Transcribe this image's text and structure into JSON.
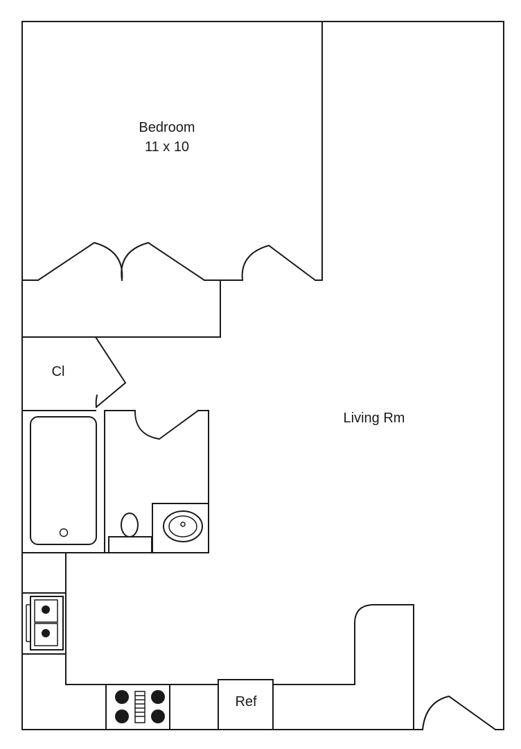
{
  "rooms": {
    "bedroom": {
      "name": "Bedroom",
      "size": "11 x 10"
    },
    "closet": {
      "name": "Cl"
    },
    "living": {
      "name": "Living Rm"
    }
  },
  "fixtures": {
    "refrigerator": "Ref"
  }
}
